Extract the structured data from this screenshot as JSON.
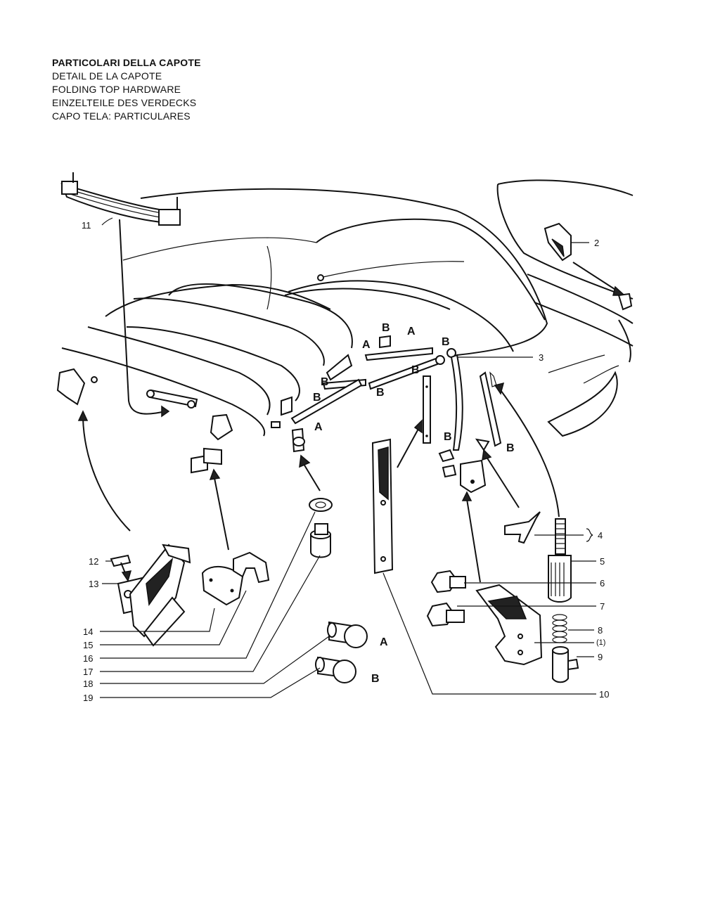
{
  "header": {
    "lines": [
      "PARTICOLARI DELLA CAPOTE",
      "DETAIL DE LA CAPOTE",
      "FOLDING TOP HARDWARE",
      "EINZELTEILE DES VERDECKS",
      "CAPO TELA: PARTICULARES"
    ]
  },
  "callouts": {
    "c2": "2",
    "c3": "3",
    "c4": "4",
    "c5": "5",
    "c6": "6",
    "c7": "7",
    "c8": "8",
    "c8note": "(1)",
    "c9": "9",
    "c10": "10",
    "c11": "11",
    "c12": "12",
    "c13": "13",
    "c14": "14",
    "c15": "15",
    "c16": "16",
    "c17": "17",
    "c18": "18",
    "c19": "19"
  },
  "letters": {
    "a": "A",
    "b": "B"
  }
}
